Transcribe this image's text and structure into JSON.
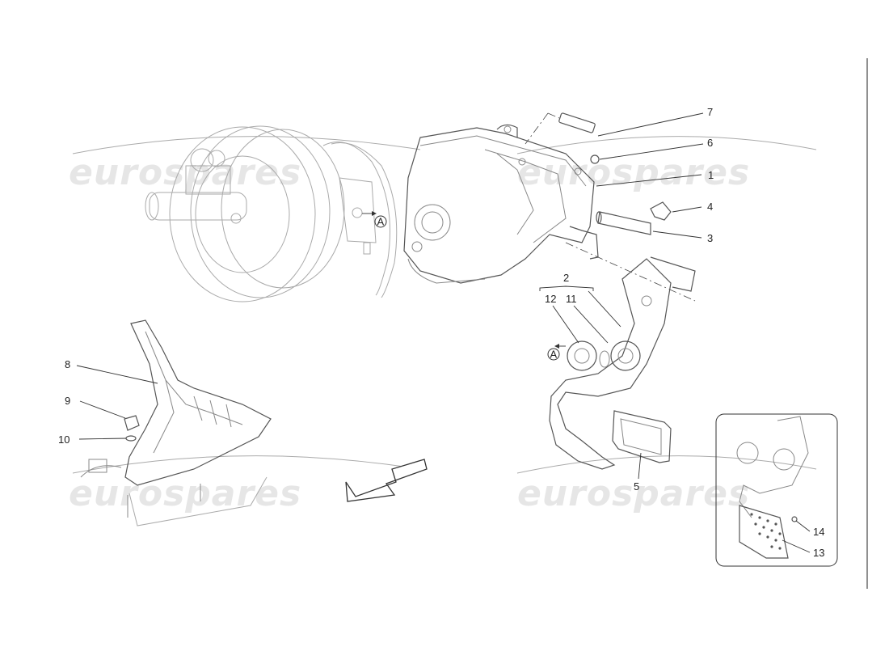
{
  "watermark": "eurospares",
  "callouts": [
    "1",
    "2",
    "3",
    "4",
    "5",
    "6",
    "7",
    "8",
    "9",
    "10",
    "11",
    "12",
    "13",
    "14"
  ],
  "reference_marker": "A"
}
